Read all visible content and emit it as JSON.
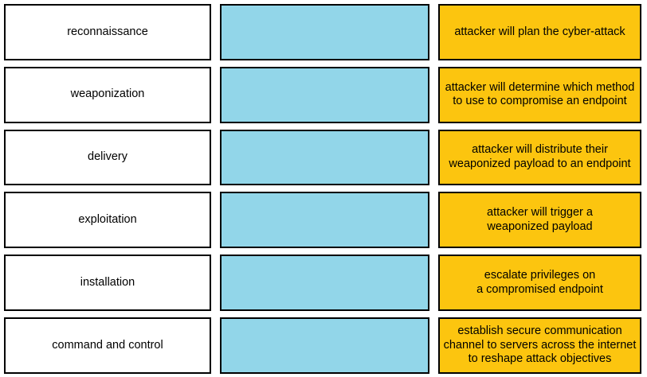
{
  "exercise": {
    "title": "Cyber Kill Chain matching exercise",
    "colors": {
      "stage_box_fill": "#ffffff",
      "drop_box_fill": "#92d6e9",
      "description_box_fill": "#fcc50f",
      "border": "#000000",
      "text": "#000000"
    },
    "columns": [
      {
        "key": "stage",
        "kind": "label-box"
      },
      {
        "key": "drop",
        "kind": "empty-drop-target"
      },
      {
        "key": "description",
        "kind": "description-box"
      }
    ],
    "rows": [
      {
        "stage": "reconnaissance",
        "drop": "",
        "description": "attacker will plan the cyber-attack"
      },
      {
        "stage": "weaponization",
        "drop": "",
        "description": "attacker will determine which method\nto use to compromise an endpoint"
      },
      {
        "stage": "delivery",
        "drop": "",
        "description": "attacker will distribute their\nweaponized payload to an endpoint"
      },
      {
        "stage": "exploitation",
        "drop": "",
        "description": "attacker will trigger a\nweaponized payload"
      },
      {
        "stage": "installation",
        "drop": "",
        "description": "escalate privileges on\na compromised endpoint"
      },
      {
        "stage": "command and control",
        "drop": "",
        "description": "establish secure communication\nchannel to servers across the internet\nto reshape attack objectives"
      }
    ]
  }
}
